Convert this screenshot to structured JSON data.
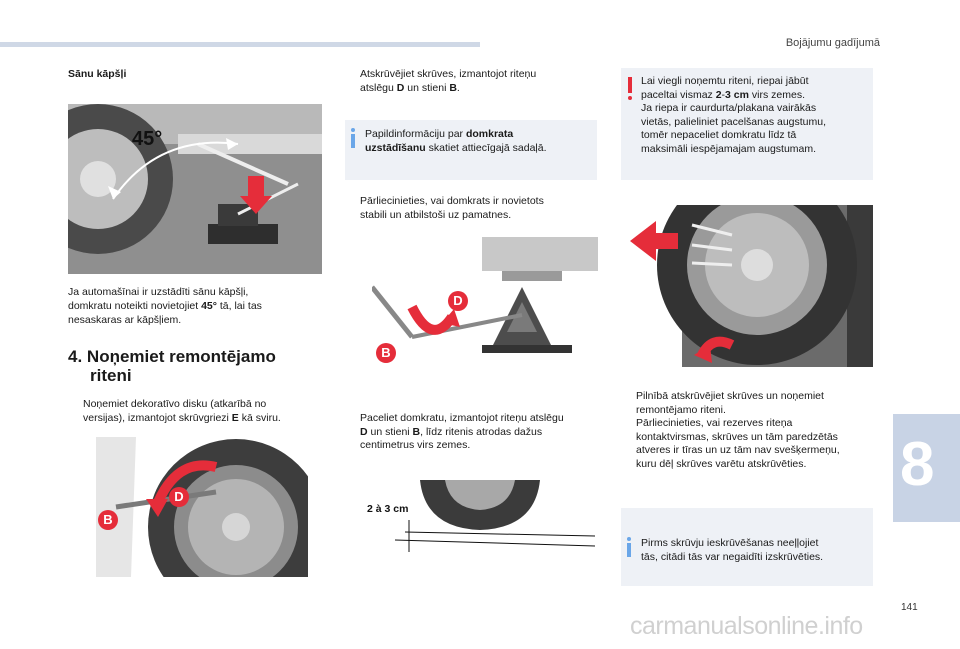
{
  "header": {
    "title": "Bojājumu gadījumā"
  },
  "col1": {
    "heading": "Sānu kāpšļi",
    "caption1_a": "Ja automašīnai ir uzstādīti sānu kāpšļi,",
    "caption1_b_pre": "domkratu noteikti novietojiet ",
    "caption1_b_bold": "45°",
    "caption1_b_post": " tā, lai tas",
    "caption1_c": "nesaskaras ar kāpšļiem.",
    "section_number": "4.",
    "section_title_1": "Noņemiet remontējamo",
    "section_title_2": "riteni",
    "bullet_a": "Noņemiet dekoratīvo disku (atkarībā no",
    "bullet_b_pre": "versijas), izmantojot skrūvgriezi ",
    "bullet_b_bold": "E",
    "bullet_b_post": " kā sviru.",
    "angle_label": "45°",
    "label_d": "D",
    "label_b": "B"
  },
  "col2": {
    "bullet1_a": "Atskrūvējiet skrūves, izmantojot riteņu",
    "bullet1_b_pre": "atslēgu ",
    "bullet1_b_bold1": "D",
    "bullet1_b_mid": " un stieni ",
    "bullet1_b_bold2": "B",
    "bullet1_b_post": ".",
    "info_a": "Papildinformāciju par ",
    "info_a_bold": "domkrata",
    "info_b_bold": "uzstādīšanu",
    "info_b": " skatiet attiecīgajā sadaļā.",
    "bullet2_a": "Pārliecinieties, vai domkrats ir novietots",
    "bullet2_b": "stabili un atbilstoši uz pamatnes.",
    "bullet3_a": "Paceliet domkratu, izmantojot riteņu atslēgu",
    "bullet3_b_bold1": "D",
    "bullet3_b_mid": " un stieni ",
    "bullet3_b_bold2": "B",
    "bullet3_b_post": ", līdz ritenis atrodas dažus",
    "bullet3_c": "centimetrus virs zemes.",
    "gap_label": "2 à 3 cm",
    "label_d": "D",
    "label_b": "B"
  },
  "col3": {
    "warn_a": "Lai viegli noņemtu riteni, riepai jābūt",
    "warn_b_pre": "paceltai vismaz ",
    "warn_b_bold": "2",
    "warn_b_mid": "-",
    "warn_b_bold2": "3 cm",
    "warn_b_post": " virs zemes.",
    "warn_c": "Ja riepa ir caurdurta/plakana vairākās",
    "warn_d": "vietās, palieliniet pacelšanas augstumu,",
    "warn_e": "tomēr nepaceliet domkratu līdz tā",
    "warn_f": "maksimāli iespējamajam augstumam.",
    "bullet1_a": "Pilnībā atskrūvējiet skrūves un noņemiet",
    "bullet1_b": "remontējamo riteni.",
    "bullet2_a": "Pārliecinieties, vai rezerves riteņa",
    "bullet2_b": "kontaktvirsmas, skrūves un tām paredzētās",
    "bullet2_c": "atveres ir tīras un uz tām nav svešķermeņu,",
    "bullet2_d": "kuru dēļ skrūves varētu atskrūvēties.",
    "info_a": "Pirms skrūvju ieskrūvēšanas neeļļojiet",
    "info_b": "tās, citādi tās var negaidīti izskrūvēties."
  },
  "bullet_marker": "",
  "chapter": "8",
  "page_number": "141",
  "watermark": "carmanualsonline.info"
}
